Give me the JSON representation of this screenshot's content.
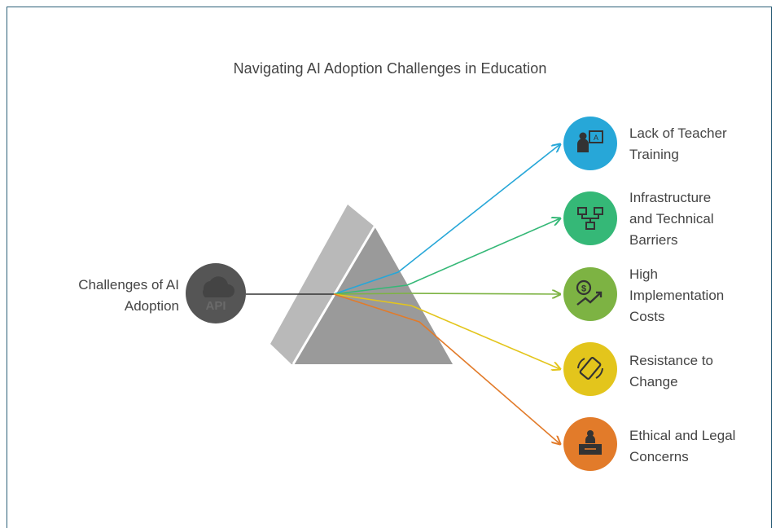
{
  "title": "Navigating AI Adoption Challenges in Education",
  "source": {
    "label_line1": "Challenges of AI",
    "label_line2": "Adoption",
    "icon": "cloud-api-icon",
    "icon_text": "API",
    "color": "#555555"
  },
  "items": [
    {
      "line1": "Lack of Teacher",
      "line2": "Training",
      "line3": "",
      "color": "#27a7d8",
      "icon": "teacher-board-icon"
    },
    {
      "line1": "Infrastructure",
      "line2": "and Technical",
      "line3": "Barriers",
      "color": "#35b877",
      "icon": "network-icon"
    },
    {
      "line1": "High",
      "line2": "Implementation",
      "line3": "Costs",
      "color": "#7db343",
      "icon": "money-growth-icon"
    },
    {
      "line1": "Resistance to",
      "line2": "Change",
      "line3": "",
      "color": "#e3c51c",
      "icon": "rotate-phone-icon"
    },
    {
      "line1": "Ethical and Legal",
      "line2": "Concerns",
      "line3": "",
      "color": "#e27b2a",
      "icon": "judge-scale-icon"
    }
  ],
  "colors": {
    "frame": "#2c5f78",
    "prism_front": "#9a9a9a",
    "prism_back": "#b9b9b9",
    "beam": "#333333"
  }
}
